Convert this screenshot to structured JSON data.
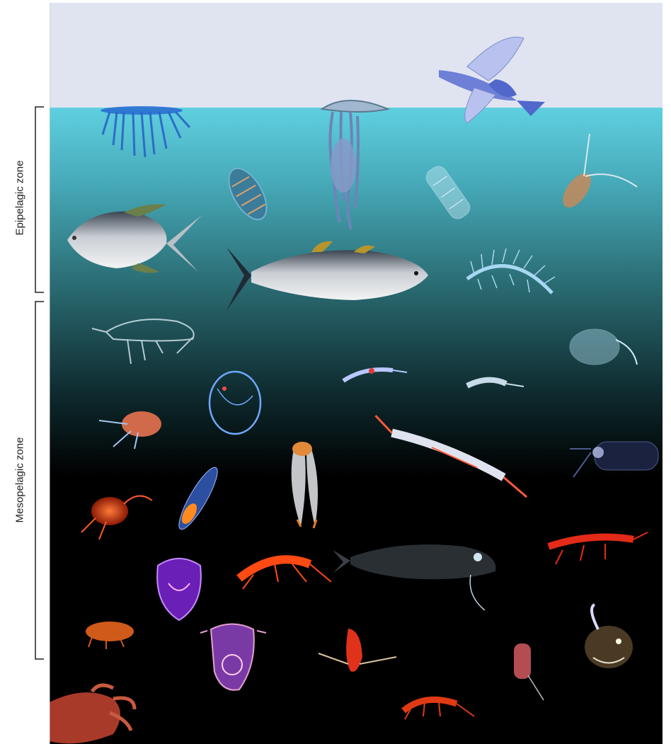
{
  "zones": {
    "epipelagic": "Epipelagic zone",
    "mesopelagic": "Mesopelagic zone"
  },
  "colors": {
    "sky": "#dfe4f0",
    "surface_water": "#5bc9da",
    "mid_water": "#2c6f75",
    "deep_water": "#000000",
    "bracket": "#222222"
  },
  "organisms": [
    "velella-jellyfish",
    "portuguese-man-o-war",
    "flying-fish",
    "salp-pink",
    "salp-transparent",
    "copepod",
    "pompano",
    "tuna",
    "ctenophore-comb-jelly",
    "amphipod",
    "squid-transparent",
    "shrimp-small",
    "krill",
    "amphipod-red",
    "siphonophore-bell",
    "pteropod",
    "shrimp-long",
    "squid-dark",
    "red-amphipod",
    "salp-orange",
    "red-shrimp",
    "dragonfish",
    "red-shrimp-right",
    "purple-jelly",
    "orange-amphipod",
    "red-medusa",
    "red-ctenophore",
    "small-red-jelly",
    "anglerfish",
    "red-squid",
    "red-shrimp-bottom"
  ]
}
